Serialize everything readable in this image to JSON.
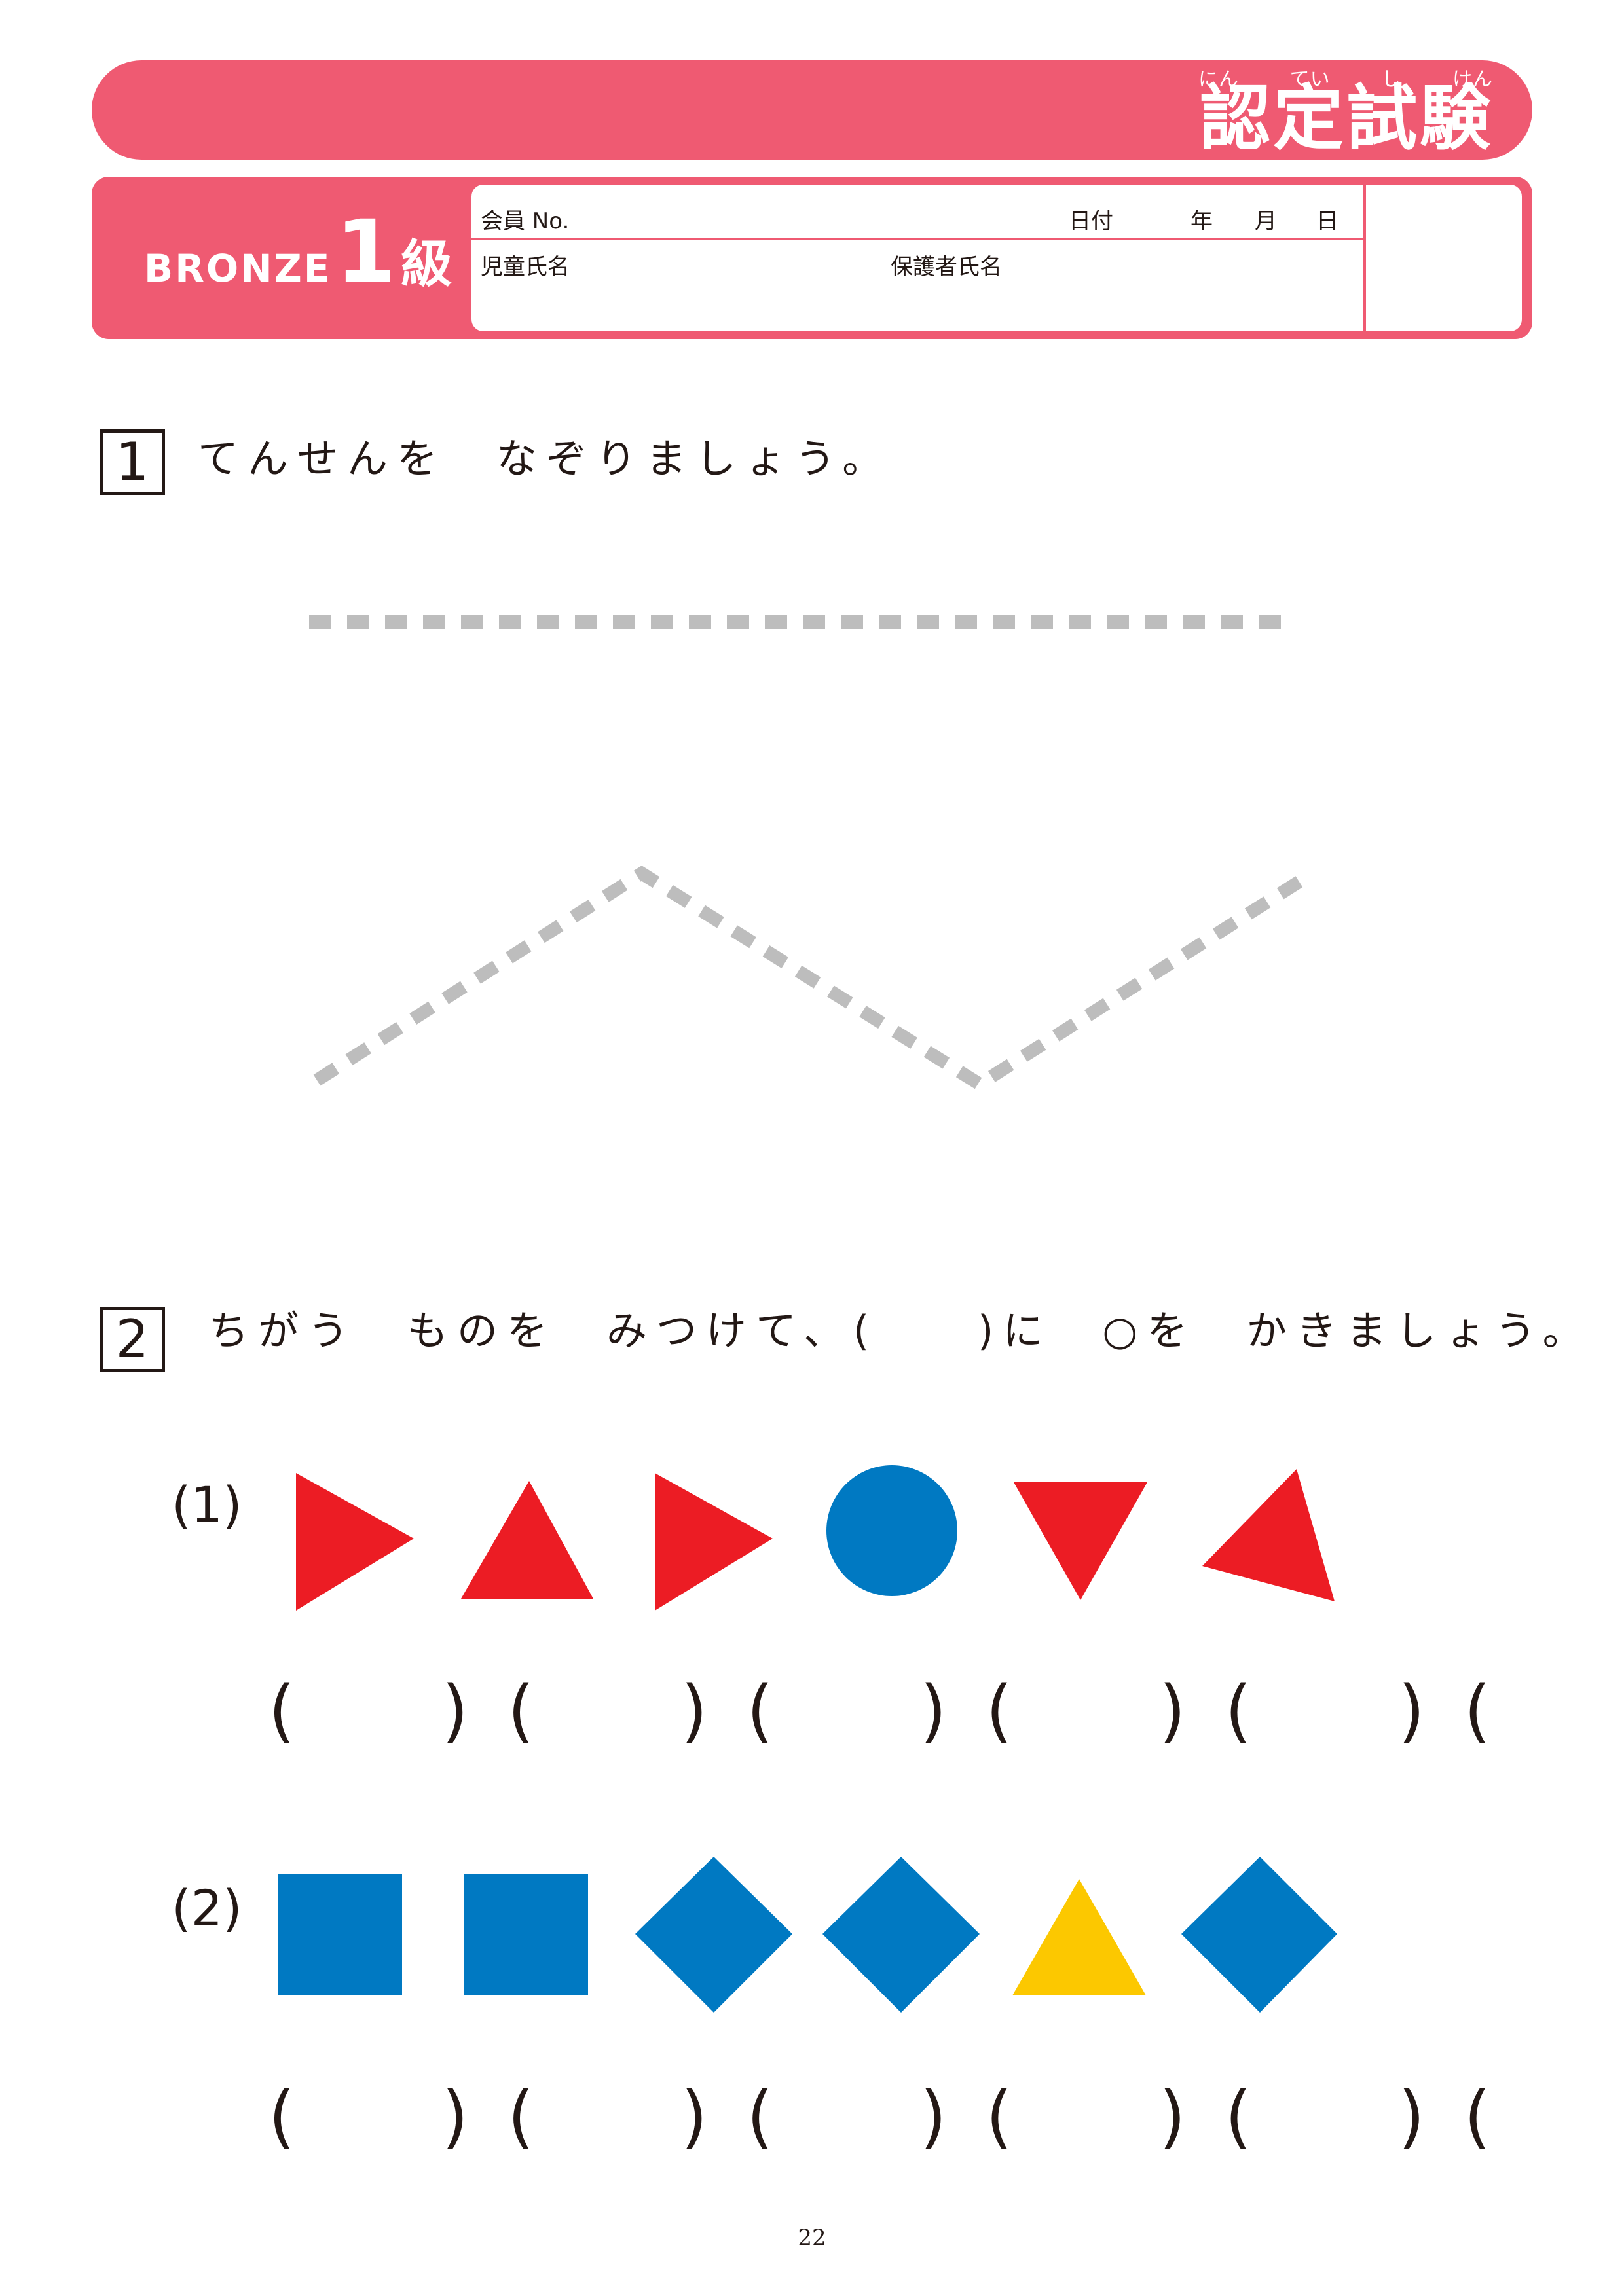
{
  "header": {
    "title": "認定試験",
    "title_ruby": [
      "にん",
      "てい",
      "し",
      "けん"
    ],
    "level_prefix": "BRONZE",
    "level_number": "1",
    "level_suffix": "級",
    "fields": {
      "member_no": "会員 No.",
      "date": "日付",
      "year": "年",
      "month": "月",
      "day": "日",
      "child_name": "児童氏名",
      "guardian_name": "保護者氏名"
    }
  },
  "questions": [
    {
      "number": "1",
      "text": "てんせんを　なぞりましょう。"
    },
    {
      "number": "2",
      "text": "ちがう　ものを　みつけて、(　　)に　○を　かきましょう。",
      "items": [
        {
          "label": "(1)",
          "shapes": [
            "triangle-right",
            "triangle-up",
            "triangle-right",
            "circle",
            "triangle-down",
            "triangle-tilted"
          ],
          "answer_slots": "(　)(　)(　)(　)(　)(　)"
        },
        {
          "label": "(2)",
          "shapes": [
            "square",
            "square",
            "diamond",
            "diamond",
            "triangle-up",
            "diamond"
          ],
          "answer_slots": "(　)(　)(　)(　)(　)(　)"
        }
      ]
    }
  ],
  "colors": {
    "accent_pink": "#ef5a72",
    "shape_red": "#ec1c24",
    "shape_blue": "#0079c2",
    "shape_yellow": "#fcc800",
    "trace_gray": "#bdbdbd"
  },
  "page_number": "22"
}
